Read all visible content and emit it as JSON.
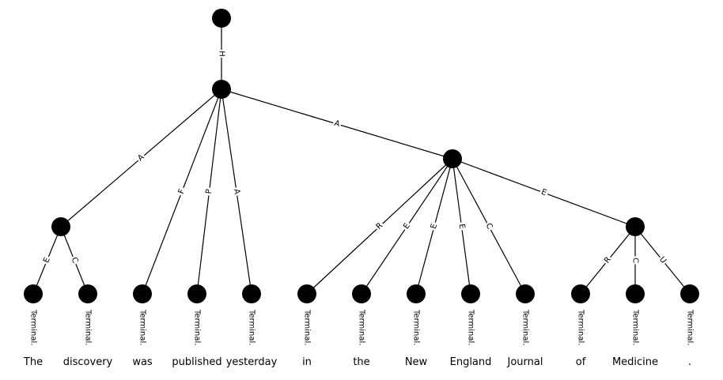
{
  "nodes": [
    {
      "id": "root"
    },
    {
      "id": "n1"
    },
    {
      "id": "n_the_discovery"
    },
    {
      "id": "n_pp"
    },
    {
      "id": "n_njm"
    },
    {
      "id": "t_the"
    },
    {
      "id": "t_discovery"
    },
    {
      "id": "t_was"
    },
    {
      "id": "t_published"
    },
    {
      "id": "t_yesterday"
    },
    {
      "id": "t_in"
    },
    {
      "id": "t_the2"
    },
    {
      "id": "t_new"
    },
    {
      "id": "t_england"
    },
    {
      "id": "t_journal"
    },
    {
      "id": "t_of"
    },
    {
      "id": "t_medicine"
    },
    {
      "id": "t_period"
    }
  ],
  "edges": [
    {
      "from": "root",
      "to": "n1",
      "label": "H"
    },
    {
      "from": "n1",
      "to": "n_the_discovery",
      "label": "A"
    },
    {
      "from": "n1",
      "to": "t_was",
      "label": "F"
    },
    {
      "from": "n1",
      "to": "t_published",
      "label": "P"
    },
    {
      "from": "n1",
      "to": "t_yesterday",
      "label": "A"
    },
    {
      "from": "n1",
      "to": "n_pp",
      "label": "A"
    },
    {
      "from": "n_the_discovery",
      "to": "t_the",
      "label": "E"
    },
    {
      "from": "n_the_discovery",
      "to": "t_discovery",
      "label": "C"
    },
    {
      "from": "n_pp",
      "to": "t_in",
      "label": "R"
    },
    {
      "from": "n_pp",
      "to": "t_the2",
      "label": "E"
    },
    {
      "from": "n_pp",
      "to": "t_new",
      "label": "E"
    },
    {
      "from": "n_pp",
      "to": "t_england",
      "label": "E"
    },
    {
      "from": "n_pp",
      "to": "t_journal",
      "label": "C"
    },
    {
      "from": "n_pp",
      "to": "n_njm",
      "label": "E"
    },
    {
      "from": "n_njm",
      "to": "t_of",
      "label": "R"
    },
    {
      "from": "n_njm",
      "to": "t_medicine",
      "label": "C"
    },
    {
      "from": "n_njm",
      "to": "t_period",
      "label": "U"
    }
  ],
  "terminals": [
    {
      "node": "t_the",
      "tag": "Terminal.",
      "word": "The"
    },
    {
      "node": "t_discovery",
      "tag": "Terminal.",
      "word": "discovery"
    },
    {
      "node": "t_was",
      "tag": "Terminal.",
      "word": "was"
    },
    {
      "node": "t_published",
      "tag": "Terminal.",
      "word": "published"
    },
    {
      "node": "t_yesterday",
      "tag": "Terminal.",
      "word": "yesterday"
    },
    {
      "node": "t_in",
      "tag": "Terminal.",
      "word": "in"
    },
    {
      "node": "t_the2",
      "tag": "Terminal.",
      "word": "the"
    },
    {
      "node": "t_new",
      "tag": "Terminal.",
      "word": "New"
    },
    {
      "node": "t_england",
      "tag": "Terminal.",
      "word": "England"
    },
    {
      "node": "t_journal",
      "tag": "Terminal.",
      "word": "Journal"
    },
    {
      "node": "t_of",
      "tag": "Terminal.",
      "word": "of"
    },
    {
      "node": "t_medicine",
      "tag": "Terminal.",
      "word": "Medicine"
    },
    {
      "node": "t_period",
      "tag": "Terminal.",
      "word": "."
    }
  ]
}
